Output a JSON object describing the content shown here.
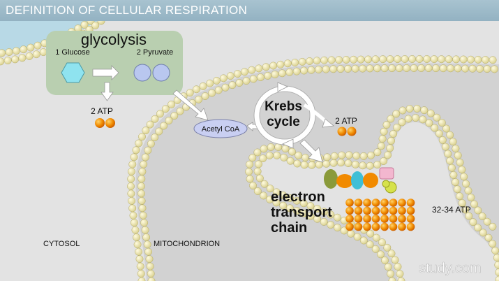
{
  "title": "DEFINITION OF CELLULAR RESPIRATION",
  "glycolysis": {
    "title": "glycolysis",
    "input_label": "1 Glucose",
    "output_label": "2 Pyruvate",
    "atp_label": "2 ATP"
  },
  "acetyl_coa": "Acetyl CoA",
  "krebs": {
    "line1": "Krebs",
    "line2": "cycle",
    "atp_label": "2 ATP"
  },
  "etc": {
    "line1": "electron",
    "line2": "transport",
    "line3": "chain",
    "atp_label": "32-34 ATP"
  },
  "regions": {
    "cytosol": "CYTOSOL",
    "mitochondrion": "MITOCHONDRION"
  },
  "watermark": "study.com",
  "colors": {
    "banner": "#a8c3d0",
    "cytoplasm": "#e3e3e3",
    "mito_interior": "#cfcfcf",
    "membrane_bead": "#f2ecb6",
    "glycolysis_box": "#b9cfb0",
    "glucose": "#8fe3ef",
    "pyruvate": "#b9c7ef",
    "atp": "#f08a00",
    "acetyl_coa": "#c9cff2"
  }
}
